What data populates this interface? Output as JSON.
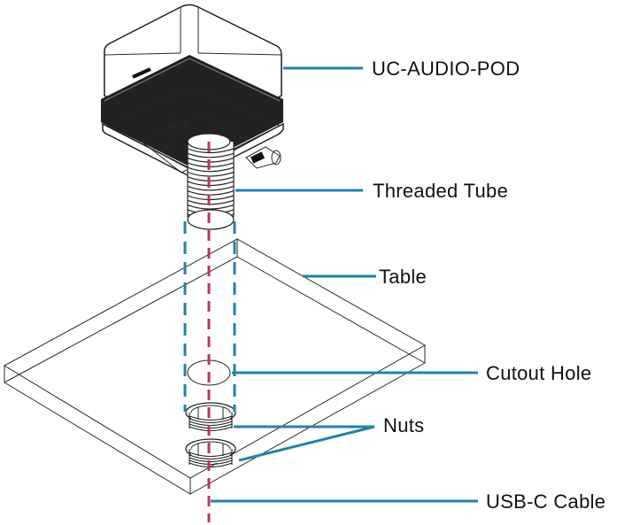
{
  "diagram": {
    "title": "UC-AUDIO-POD table mount exploded view",
    "colors": {
      "callout": "#2183A8",
      "guide_blue": "#2183A8",
      "centerline": "#C2305E",
      "outline": "#1f1f1f"
    },
    "labels": {
      "pod": "UC-AUDIO-POD",
      "tube": "Threaded Tube",
      "table": "Table",
      "hole": "Cutout Hole",
      "nuts": "Nuts",
      "cable": "USB-C Cable"
    },
    "components": [
      {
        "id": "pod",
        "name": "UC-AUDIO-POD"
      },
      {
        "id": "tube",
        "name": "Threaded Tube"
      },
      {
        "id": "table",
        "name": "Table"
      },
      {
        "id": "hole",
        "name": "Cutout Hole"
      },
      {
        "id": "nuts",
        "name": "Nuts",
        "count": 2
      },
      {
        "id": "cable",
        "name": "USB-C Cable"
      }
    ]
  }
}
